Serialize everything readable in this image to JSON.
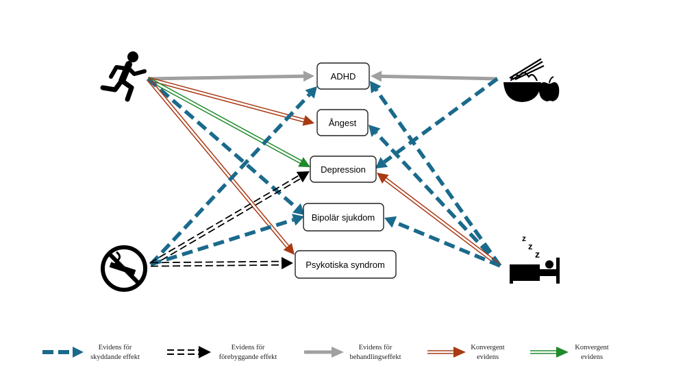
{
  "colors": {
    "protective": "#1a6a8c",
    "preventive": "#000000",
    "treatment": "#a0a0a0",
    "convergent_red": "#a83a14",
    "convergent_green": "#1e8a2a"
  },
  "sources": {
    "exercise": {
      "icon": "running-person-icon"
    },
    "nutrition": {
      "icon": "food-bowl-apple-icon"
    },
    "smoking": {
      "icon": "no-smoking-icon"
    },
    "sleep": {
      "icon": "sleeping-bed-icon"
    }
  },
  "outcomes": {
    "adhd": "ADHD",
    "angest": "Ångest",
    "depression": "Depression",
    "bipolar": "Bipolär sjukdom",
    "psykotiska": "Psykotiska syndrom"
  },
  "legend": {
    "protective": {
      "line1": "Evidens för",
      "line2": "skyddande effekt"
    },
    "preventive": {
      "line1": "Evidens för",
      "line2": "förebyggande effekt"
    },
    "treatment": {
      "line1": "Evidens för",
      "line2": "behandlingseffekt"
    },
    "convergent_red": {
      "line1": "Konvergent",
      "line2": "evidens"
    },
    "convergent_green": {
      "line1": "Konvergent",
      "line2": "evidens"
    }
  },
  "edges": [
    {
      "from": "exercise",
      "to": "adhd",
      "type": "treatment"
    },
    {
      "from": "exercise",
      "to": "angest",
      "type": "convergent_red"
    },
    {
      "from": "exercise",
      "to": "depression",
      "type": "convergent_green"
    },
    {
      "from": "exercise",
      "to": "bipolar",
      "type": "protective"
    },
    {
      "from": "exercise",
      "to": "psykotiska",
      "type": "convergent_red"
    },
    {
      "from": "nutrition",
      "to": "adhd",
      "type": "treatment"
    },
    {
      "from": "nutrition",
      "to": "depression",
      "type": "protective"
    },
    {
      "from": "smoking",
      "to": "adhd",
      "type": "protective"
    },
    {
      "from": "smoking",
      "to": "depression",
      "type": "preventive"
    },
    {
      "from": "smoking",
      "to": "bipolar",
      "type": "protective"
    },
    {
      "from": "smoking",
      "to": "psykotiska",
      "type": "preventive"
    },
    {
      "from": "sleep",
      "to": "adhd",
      "type": "protective"
    },
    {
      "from": "sleep",
      "to": "angest",
      "type": "protective"
    },
    {
      "from": "sleep",
      "to": "depression",
      "type": "convergent_red"
    },
    {
      "from": "sleep",
      "to": "bipolar",
      "type": "protective"
    }
  ]
}
